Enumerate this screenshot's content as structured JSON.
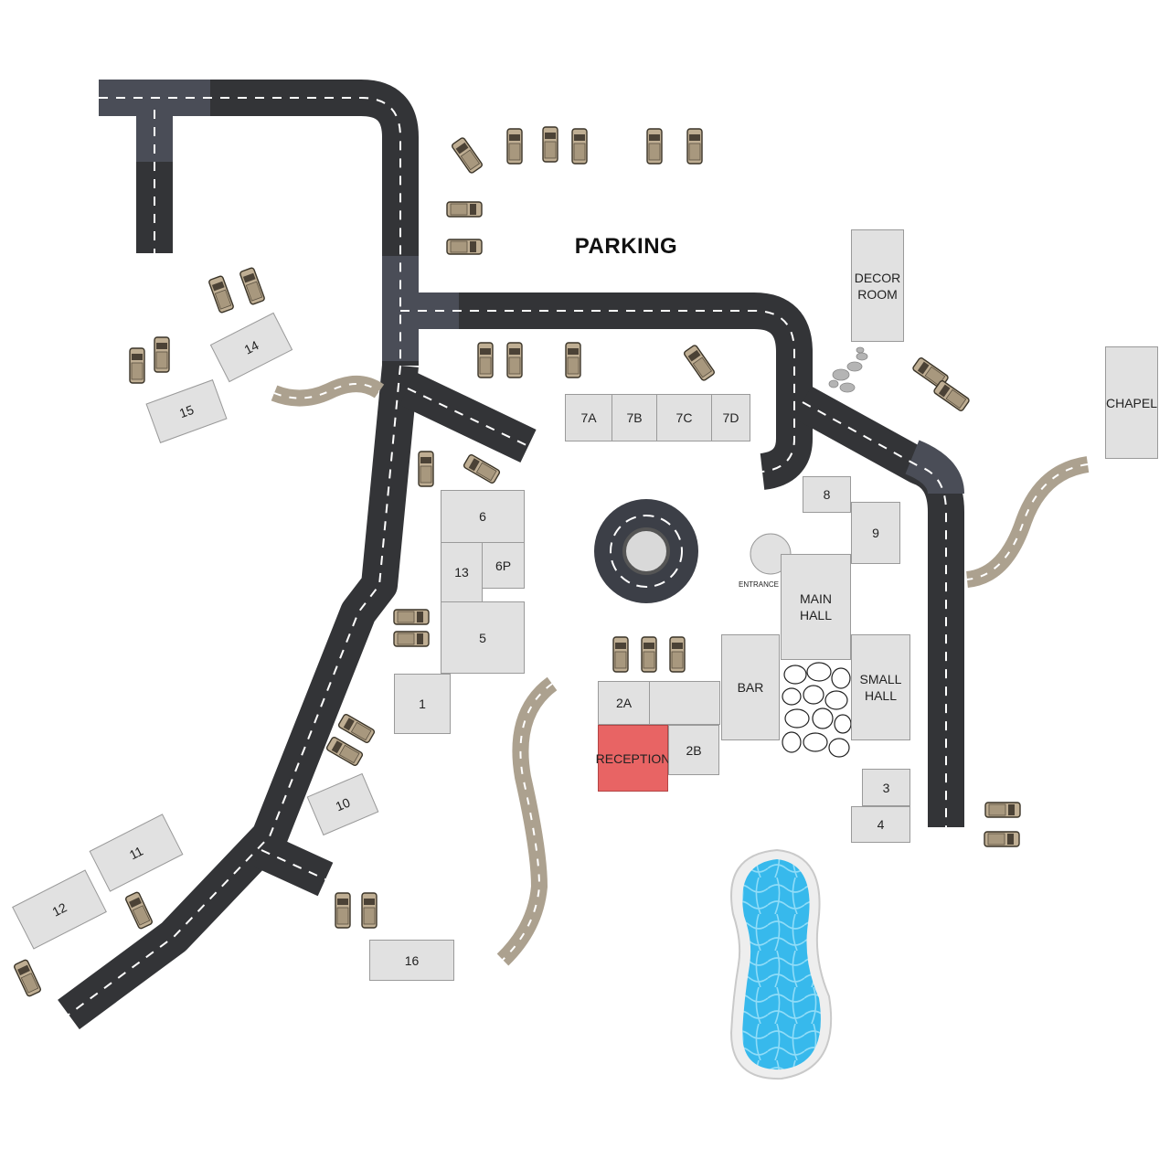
{
  "map": {
    "parking_label": "PARKING",
    "entrance_label": "ENTRANCE",
    "buildings": {
      "b_7a": "7A",
      "b_7b": "7B",
      "b_7c": "7C",
      "b_7d": "7D",
      "b_decor": "DECOR\nROOM",
      "b_chapel": "CHAPEL",
      "b_14": "14",
      "b_15": "15",
      "b_6": "6",
      "b_13": "13",
      "b_6p": "6P",
      "b_5": "5",
      "b_1": "1",
      "b_8": "8",
      "b_9": "9",
      "b_main_hall": "MAIN\nHALL",
      "b_bar": "BAR",
      "b_small_hall": "SMALL\nHALL",
      "b_2a": "2A",
      "b_2b": "2B",
      "b_reception": "RECEPTION",
      "b_3": "3",
      "b_4": "4",
      "b_10": "10",
      "b_11": "11",
      "b_12": "12",
      "b_16": "16"
    },
    "colors": {
      "road": "#333437",
      "road_light": "#4a4d57",
      "path": "#aca18f",
      "building": "#e1e1e1",
      "reception": "#e86464",
      "pool_water": "#35b7ea",
      "car": "#bfae93"
    }
  }
}
